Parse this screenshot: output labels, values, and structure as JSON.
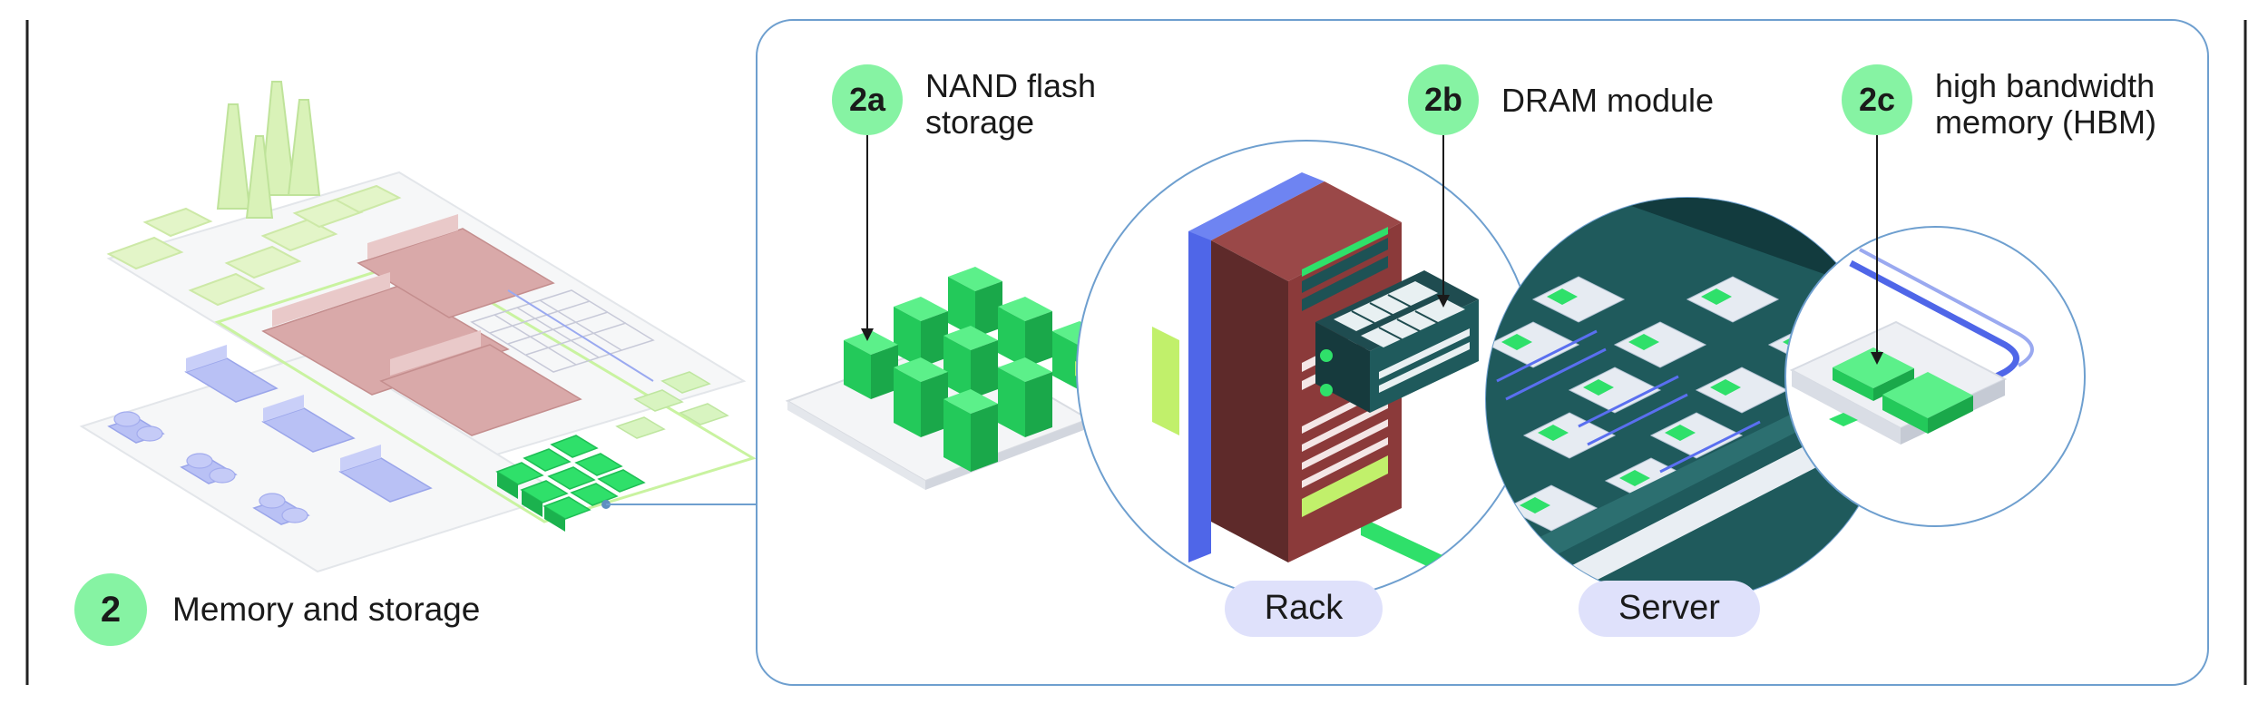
{
  "section": {
    "number": "2",
    "title": "Memory and storage"
  },
  "callouts": [
    {
      "id": "2a",
      "label_line1": "NAND flash",
      "label_line2": "storage"
    },
    {
      "id": "2b",
      "label_line1": "DRAM module",
      "label_line2": ""
    },
    {
      "id": "2c",
      "label_line1": "high bandwidth",
      "label_line2": "memory (HBM)"
    }
  ],
  "zoom_labels": {
    "rack": "Rack",
    "server": "Server"
  },
  "colors": {
    "badge_green": "#86f3a3",
    "bright_green": "#2fe06a",
    "pill_lavender": "#dfe1fb",
    "rack_red": "#8b3a3a",
    "server_teal": "#1f5a5c",
    "accent_blue": "#4f66e8",
    "outline_blue": "#6e9fcf"
  }
}
